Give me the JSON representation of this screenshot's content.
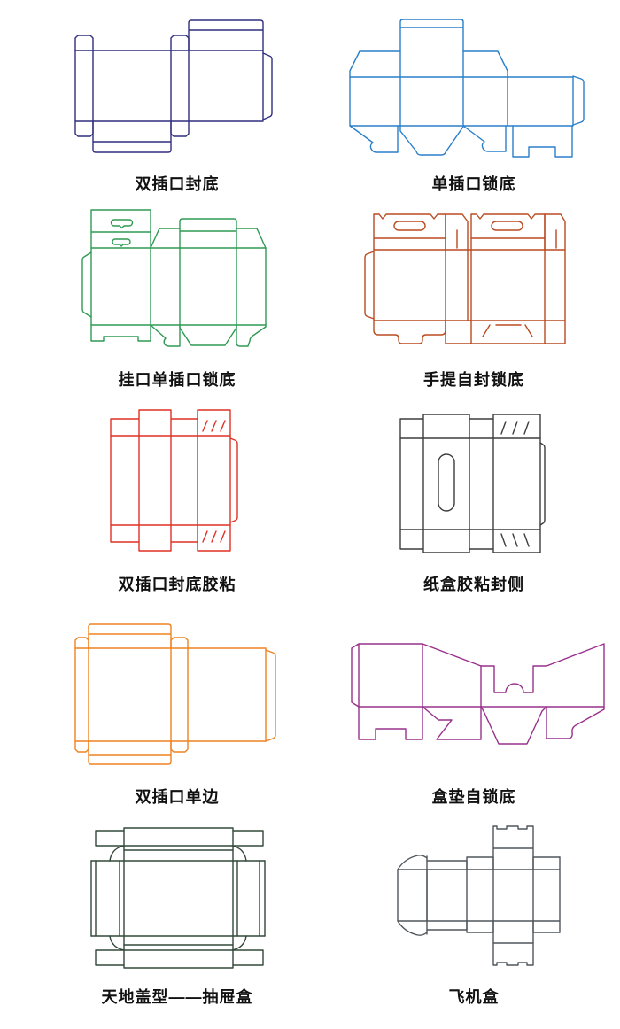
{
  "page": {
    "background": "#ffffff",
    "description_type": "box dieline template sheet"
  },
  "diagrams": [
    {
      "label": "双插口封底",
      "color": "#302E7F"
    },
    {
      "label": "单插口锁底",
      "color": "#2A7FC9"
    },
    {
      "label": "挂口单插口锁底",
      "color": "#2E9A54"
    },
    {
      "label": "手提自封锁底",
      "color": "#BA4A21"
    },
    {
      "label": "双插口封底胶粘",
      "color": "#E03125"
    },
    {
      "label": "纸盒胶粘封侧",
      "color": "#3D3D3D"
    },
    {
      "label": "双插口单边",
      "color": "#EF8220"
    },
    {
      "label": "盒垫自锁底",
      "color": "#97308B"
    },
    {
      "label": "天地盖型——抽屉盒",
      "color": "#32483A"
    },
    {
      "label": "飞机盒",
      "color": "#4F565C"
    }
  ]
}
